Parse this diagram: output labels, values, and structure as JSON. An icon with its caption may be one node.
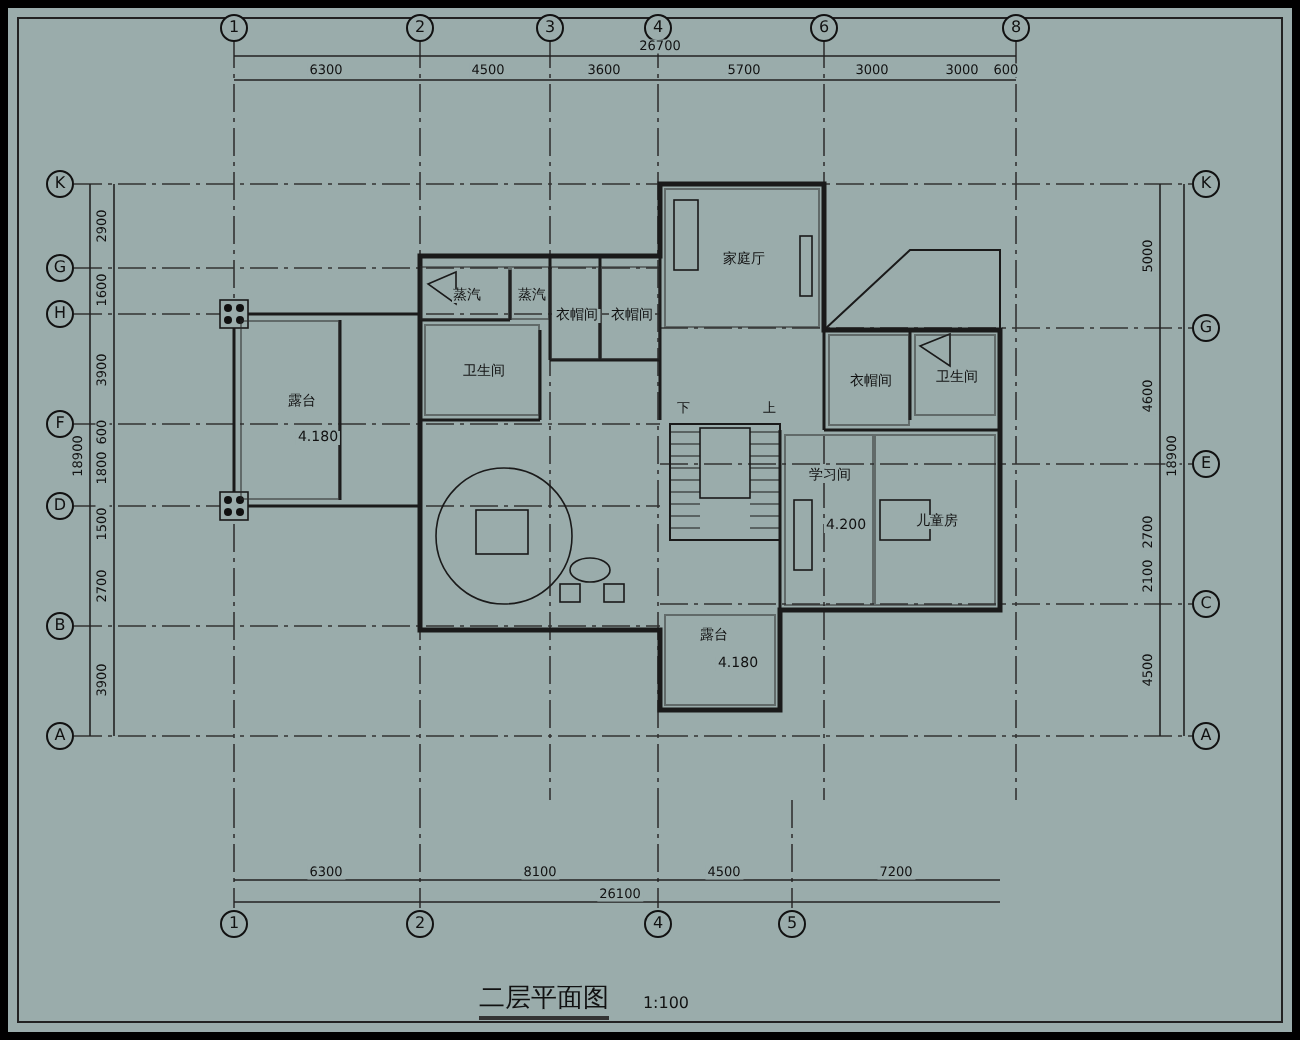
{
  "diagram": {
    "title": "二层平面图",
    "nodes": [
      {
        "text": [
          "露台",
          "4.180"
        ]
      },
      {
        "text": [
          "蒸汽"
        ]
      },
      {
        "text": [
          "蒸汽"
        ]
      },
      {
        "text": [
          "衣帽间"
        ]
      },
      {
        "text": [
          "衣帽间"
        ]
      },
      {
        "text": [
          "卫生间"
        ]
      },
      {
        "text": [
          "家庭厅"
        ]
      },
      {
        "text": [
          "衣帽间"
        ]
      },
      {
        "text": [
          "卫生间"
        ]
      },
      {
        "text": [
          "学习间",
          "4.200"
        ]
      },
      {
        "text": [
          "儿童房"
        ]
      },
      {
        "text": [
          "露台",
          "4.180"
        ]
      }
    ],
    "edges": [],
    "labels": [
      "1",
      "2",
      "3",
      "4",
      "6",
      "8",
      "26700",
      "6300",
      "4500",
      "3600",
      "5700",
      "3000",
      "3000",
      "600",
      "K",
      "G",
      "H",
      "F",
      "D",
      "B",
      "A",
      "2900",
      "1600",
      "3900",
      "600",
      "1800",
      "1500",
      "2700",
      "3900",
      "18900",
      "K",
      "G",
      "E",
      "C",
      "A",
      "5000",
      "4600",
      "2700",
      "2100",
      "4500",
      "18900",
      "下",
      "上",
      "6300",
      "8100",
      "4500",
      "7200",
      "26100",
      "1",
      "2",
      "4",
      "5",
      "1:100"
    ]
  }
}
